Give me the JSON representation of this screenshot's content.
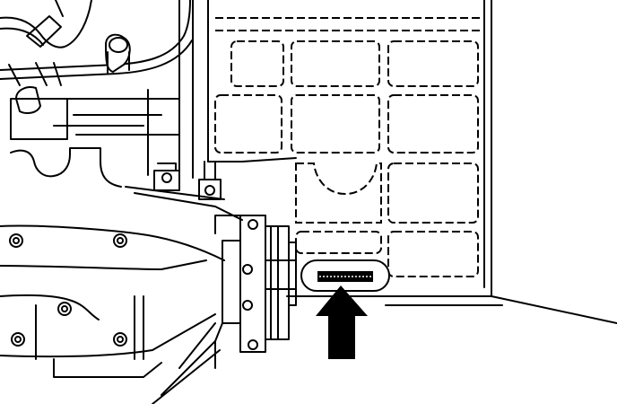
{
  "figure": {
    "kind": "technical-line-drawing",
    "subject": "engine-block-with-stamped-number-location",
    "colors": {
      "ink": "#000000",
      "paper": "#ffffff"
    },
    "pointer": {
      "direction": "up",
      "icon": "arrow-up-icon"
    }
  }
}
